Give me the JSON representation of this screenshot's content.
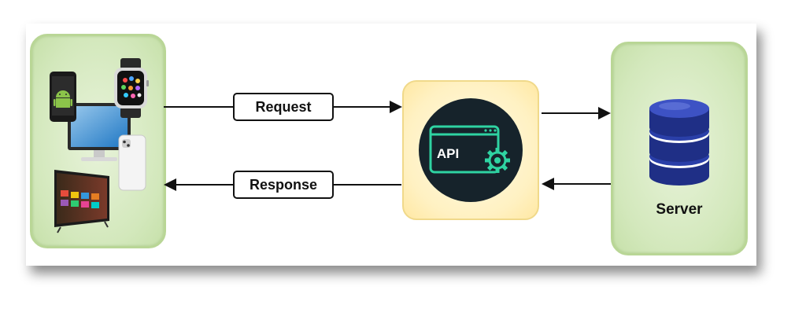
{
  "request_label": "Request",
  "response_label": "Response",
  "server_label": "Server",
  "api_label": "API",
  "icons": {
    "client_devices": [
      "android-phone-icon",
      "smartwatch-icon",
      "monitor-icon",
      "iphone-icon",
      "smart-tv-icon"
    ],
    "api": "api-gear-icon",
    "server": "database-icon"
  },
  "colors": {
    "client_panel": "#d3e8bc",
    "server_panel": "#d3e8bc",
    "api_panel": "#fff1c2",
    "api_circle": "#16232b",
    "api_accent": "#2fd3a2",
    "database_blue": "#1f2f86"
  }
}
